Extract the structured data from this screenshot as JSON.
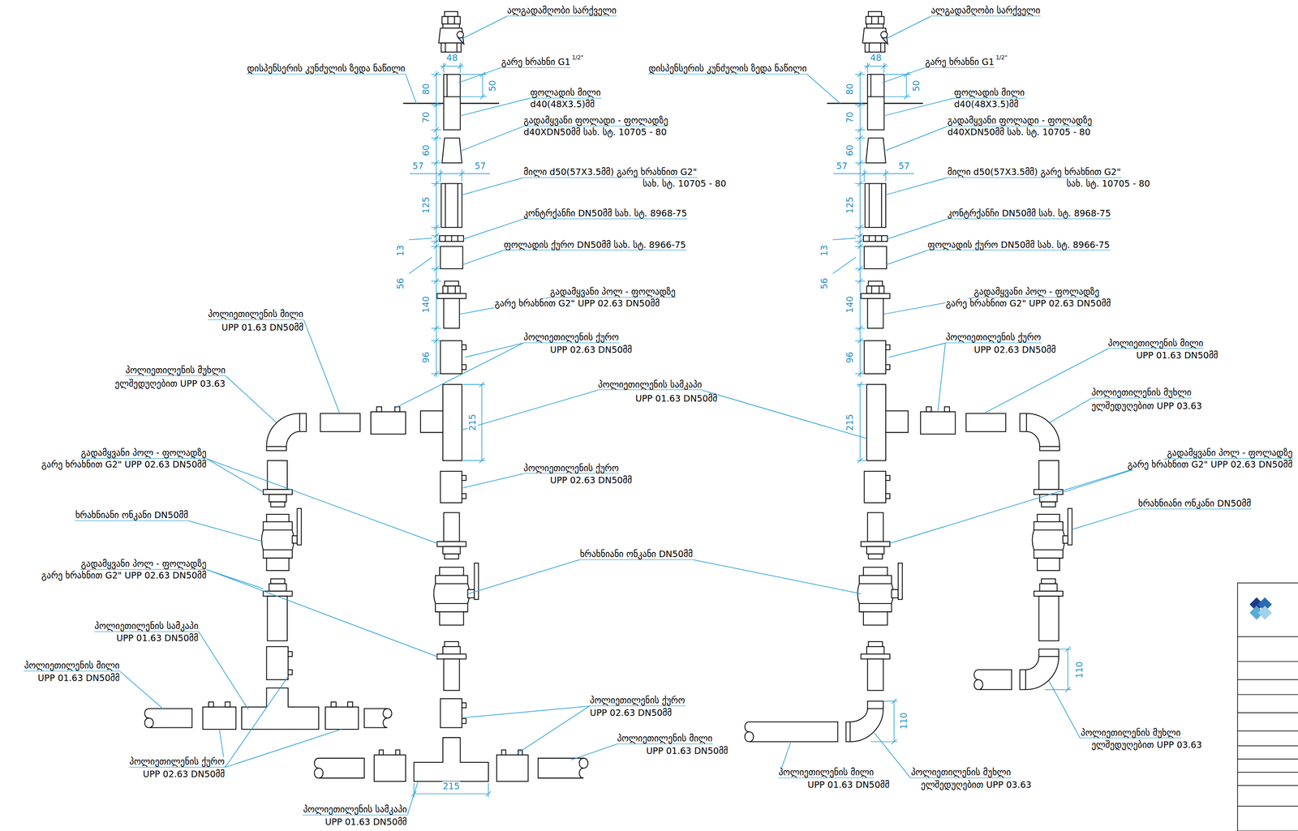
{
  "diagram": {
    "labels": [
      "ალგადამღობი სარქველი",
      "გარე ხრახნი G1",
      "1/2\"",
      "დისპენსერის კუნძულის ზედა ნაწილი",
      "ფოლადის მილი",
      "d40(48X3.5)მმ",
      "გადამყვანი ფოლადი - ფოლადზე",
      "d40XDN50მმ სახ. სტ. 10705 - 80",
      "მილი d50(57X3.5მმ) გარე ხრახნით G2\"",
      "სახ. სტ. 10705 - 80",
      "კონტრქანჩი DN50მმ სახ. სტ. 8968-75",
      "ფოლადის ქურო DN50მმ სახ. სტ. 8966-75",
      "გადამყვანი პოლ - ფოლადზე",
      "გარე ხრახნით G2\" UPP 02.63 DN50მმ",
      "პოლიეთილენის ქურო",
      "UPP 02.63 DN50მმ",
      "პოლიეთილენის მილი",
      "UPP 01.63 DN50მმ",
      "პოლიეთილენის მუხლი",
      "ელშედუღებით UPP 03.63",
      "პოლიეთილენის სამკაპი",
      "UPP 01.63 DN50მმ",
      "პოლიეთილენის ქურო",
      "UPP 02.63 DN50მმ",
      "გადამყვანი პოლ - ფოლადზე",
      "გარე ხრახნით G2\" UPP 02.63 DN50მმ",
      "ხრახნიანი ონკანი DN50მმ",
      "ხრახნიანი ონკანი DN50მმ",
      "გადამყვანი პოლ - ფოლადზე",
      "გარე ხრახნით G2\" UPP 02.63 DN50მმ",
      "პოლიეთილენის სამკაპი",
      "UPP 01.63 DN50მმ",
      "პოლიეთილენის მილი",
      "UPP 01.63 DN50მმ",
      "პოლიეთილენის ქურო",
      "UPP 02.63 DN50მმ",
      "პოლიეთილენის ქურო",
      "UPP 02.63 DN50მმ",
      "პოლიეთილენის მილი",
      "UPP 01.63 DN50მმ",
      "პოლიეთილენის სამკაპი",
      "UPP 01.63 DN50მმ",
      "ალგადამღობი სარქველი",
      "გარე ხრახნი G1",
      "1/2\"",
      "დისპენსერის კუნძულის ზედა ნაწილი",
      "ფოლადის მილი",
      "d40(48X3.5)მმ",
      "გადამყვანი ფოლადი - ფოლადზე",
      "d40XDN50მმ სახ. სტ. 10705 - 80",
      "მილი d50(57X3.5მმ) გარე ხრახნით G2\"",
      "სახ. სტ. 10705 - 80",
      "კონტრქანჩი DN50მმ სახ. სტ. 8968-75",
      "ფოლადის ქურო DN50მმ სახ. სტ. 8966-75",
      "გადამყვანი პოლ - ფოლადზე",
      "გარე ხრახნით G2\" UPP 02.63 DN50მმ",
      "პოლიეთილენის ქურო",
      "UPP 02.63 DN50მმ",
      "პოლიეთილენის მილი",
      "UPP 01.63 DN50მმ",
      "პოლიეთილენის მუხლი",
      "ელშედუღებით UPP 03.63",
      "გადამყვანი პოლ - ფოლადზე",
      "გარე ხრახნით G2\" UPP 02.63 DN50მმ",
      "ხრახნიანი ონკანი DN50მმ",
      "პოლიეთილენის მუხლი",
      "ელშედუღებით UPP 03.63",
      "პოლიეთილენის მილი",
      "UPP 01.63 DN50მმ",
      "პოლიეთილენის მუხლი",
      "ელშედუღებით UPP 03.63",
      "48",
      "80",
      "50",
      "70",
      "60",
      "57",
      "57",
      "125",
      "13",
      "56",
      "140",
      "96",
      "215",
      "215",
      "48",
      "80",
      "50",
      "70",
      "60",
      "57",
      "57",
      "125",
      "13",
      "56",
      "140",
      "96",
      "215",
      "110",
      "110"
    ]
  }
}
